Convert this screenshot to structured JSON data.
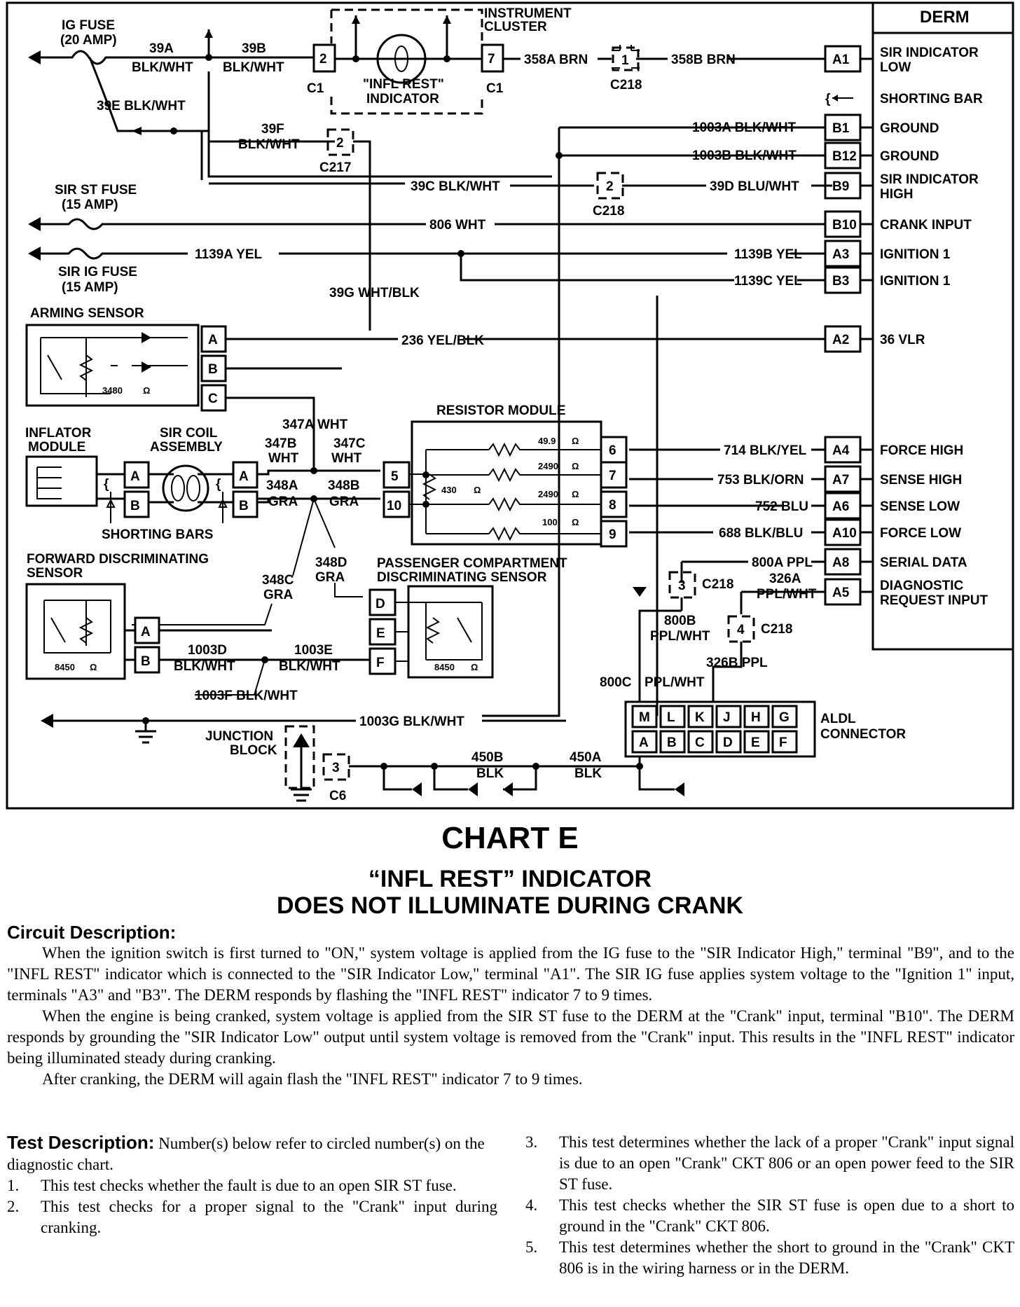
{
  "derm": {
    "title": "DERM",
    "pins": [
      {
        "pin": "A1",
        "label1": "SIR INDICATOR",
        "label2": "LOW"
      },
      {
        "pin": "",
        "label1": "SHORTING BAR",
        "label2": ""
      },
      {
        "pin": "B1",
        "label1": "GROUND",
        "label2": ""
      },
      {
        "pin": "B12",
        "label1": "GROUND",
        "label2": ""
      },
      {
        "pin": "B9",
        "label1": "SIR INDICATOR",
        "label2": "HIGH"
      },
      {
        "pin": "B10",
        "label1": "CRANK INPUT",
        "label2": ""
      },
      {
        "pin": "A3",
        "label1": "IGNITION 1",
        "label2": ""
      },
      {
        "pin": "B3",
        "label1": "IGNITION 1",
        "label2": ""
      },
      {
        "pin": "A2",
        "label1": "36 VLR",
        "label2": ""
      },
      {
        "pin": "A4",
        "label1": "FORCE HIGH",
        "label2": ""
      },
      {
        "pin": "A7",
        "label1": "SENSE HIGH",
        "label2": ""
      },
      {
        "pin": "A6",
        "label1": "SENSE LOW",
        "label2": ""
      },
      {
        "pin": "A10",
        "label1": "FORCE LOW",
        "label2": ""
      },
      {
        "pin": "A8",
        "label1": "SERIAL DATA",
        "label2": ""
      },
      {
        "pin": "A5",
        "label1": "DIAGNOSTIC",
        "label2": "REQUEST INPUT"
      }
    ]
  },
  "fuses": {
    "ig": {
      "line1": "IG FUSE",
      "line2": "(20 AMP)"
    },
    "sir_st": {
      "line1": "SIR ST FUSE",
      "line2": "(15 AMP)"
    },
    "sir_ig": {
      "line1": "SIR IG FUSE",
      "line2": "(15 AMP)"
    }
  },
  "cluster": {
    "line1": "INSTRUMENT",
    "line2": "CLUSTER",
    "indicator1": "\"INFL REST\"",
    "indicator2": "INDICATOR",
    "pin_left": "2",
    "pin_right": "7",
    "conn": "C1"
  },
  "connectors": {
    "c218": "C218",
    "c217": "C217",
    "c6": "C6",
    "pin1": "1",
    "pin2": "2",
    "pin3": "3",
    "pin4": "4"
  },
  "wires": {
    "w39a": "39A",
    "w39a2": "BLK/WHT",
    "w39b": "39B",
    "w39b2": "BLK/WHT",
    "w39e": "39E BLK/WHT",
    "w39f": "39F",
    "w39f2": "BLK/WHT",
    "w39c": "39C BLK/WHT",
    "w39d": "39D BLU/WHT",
    "w39g": "39G WHT/BLK",
    "w358a": "358A BRN",
    "w358b": "358B BRN",
    "w1003a": "1003A BLK/WHT",
    "w1003b": "1003B BLK/WHT",
    "w806": "806 WHT",
    "w1139a": "1139A YEL",
    "w1139b": "1139B YEL",
    "w1139c": "1139C YEL",
    "w236": "236 YEL/BLK",
    "w347a": "347A WHT",
    "w347b": "347B",
    "w347b2": "WHT",
    "w347c": "347C",
    "w347c2": "WHT",
    "w348a": "348A",
    "w348a2": "GRA",
    "w348b": "348B",
    "w348b2": "GRA",
    "w348c": "348C",
    "w348c2": "GRA",
    "w348d": "348D",
    "w348d2": "GRA",
    "w714": "714 BLK/YEL",
    "w753": "753 BLK/ORN",
    "w752": "752 BLU",
    "w688": "688 BLK/BLU",
    "w800a": "800A PPL",
    "w326a": "326A",
    "w326a2": "PPL/WHT",
    "w800b": "800B",
    "w800b2": "PPL/WHT",
    "w326b": "326B PPL",
    "w800c": "800C",
    "w800c2": "PPL/WHT",
    "w1003d": "1003D",
    "w1003d2": "BLK/WHT",
    "w1003e": "1003E",
    "w1003e2": "BLK/WHT",
    "w1003f": "1003F BLK/WHT",
    "w1003g": "1003G BLK/WHT",
    "w450b": "450B",
    "w450b2": "BLK",
    "w450a": "450A",
    "w450a2": "BLK"
  },
  "components": {
    "arming": "ARMING SENSOR",
    "arming_ohm": "3480",
    "inflator1": "INFLATOR",
    "inflator2": "MODULE",
    "coil1": "SIR COIL",
    "coil2": "ASSEMBLY",
    "resistor": "RESISTOR MODULE",
    "r1": "49.9",
    "r2": "2490",
    "r3": "2490",
    "r4": "100",
    "r430": "430",
    "ohm": "Ω",
    "shorting": "SHORTING BARS",
    "fwd1": "FORWARD DISCRIMINATING",
    "fwd2": "SENSOR",
    "fwd_ohm": "8450",
    "pass1": "PASSENGER COMPARTMENT",
    "pass2": "DISCRIMINATING SENSOR",
    "pass_ohm": "8450",
    "junction1": "JUNCTION",
    "junction2": "BLOCK",
    "aldl1": "ALDL",
    "aldl2": "CONNECTOR",
    "aldl_top": [
      "M",
      "L",
      "K",
      "J",
      "H",
      "G"
    ],
    "aldl_bottom": [
      "A",
      "B",
      "C",
      "D",
      "E",
      "F"
    ],
    "pins_abc": [
      "A",
      "B",
      "C"
    ],
    "pins_def": [
      "D",
      "E",
      "F"
    ],
    "pins_6789": [
      "6",
      "7",
      "8",
      "9"
    ],
    "pin5": "5",
    "pin10": "10"
  },
  "chart": {
    "title": "CHART E",
    "subtitle1": "“INFL REST”  INDICATOR",
    "subtitle2": "DOES NOT ILLUMINATE DURING CRANK"
  },
  "circuit": {
    "heading": "Circuit Description:",
    "p1": "When the ignition switch is first turned to \"ON,\" system voltage is applied from the IG fuse to the \"SIR Indicator High,\" terminal \"B9\", and to the \"INFL REST\" indicator which is connected to the \"SIR Indicator Low,\" terminal \"A1\". The SIR IG fuse applies system voltage to the \"Ignition 1\" input, terminals \"A3\" and \"B3\". The DERM responds by flashing the \"INFL REST\" indicator 7 to 9 times.",
    "p2": "When the engine is being cranked, system voltage is applied from the SIR ST fuse to the DERM at the \"Crank\" input, terminal \"B10\". The DERM responds by grounding the \"SIR Indicator Low\" output until system voltage is removed from the \"Crank\" input. This results in the \"INFL REST\" indicator being illuminated steady during cranking.",
    "p3": "After cranking, the DERM will again flash the \"INFL REST\" indicator 7 to 9 times."
  },
  "test": {
    "heading": "Test Description:",
    "intro": "Number(s) below refer to circled number(s) on the diagnostic chart.",
    "items": [
      {
        "num": "1.",
        "text": "This test checks whether the fault is due to an open SIR ST fuse."
      },
      {
        "num": "2.",
        "text": "This test checks for a proper signal to the \"Crank\" input during cranking."
      },
      {
        "num": "3.",
        "text": "This test determines whether the lack of a proper \"Crank\" input signal is due to an open \"Crank\" CKT 806 or an open power feed to the SIR ST fuse."
      },
      {
        "num": "4.",
        "text": "This test checks whether the SIR ST fuse is open due to a short to ground in the \"Crank\" CKT 806."
      },
      {
        "num": "5.",
        "text": "This test determines whether the short to ground in the \"Crank\" CKT 806 is in the wiring harness or in the DERM."
      }
    ]
  }
}
